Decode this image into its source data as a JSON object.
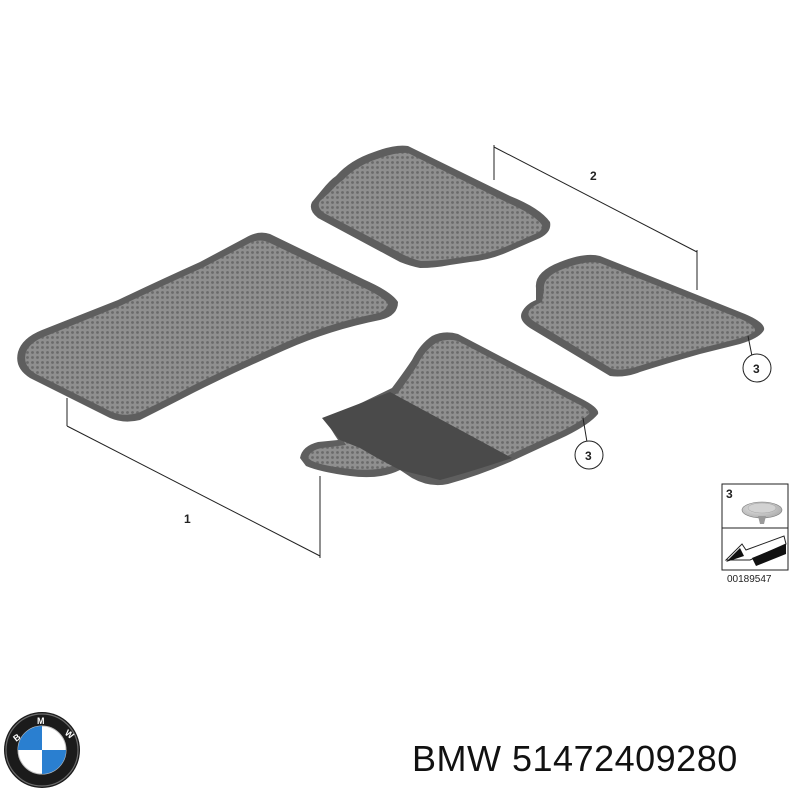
{
  "callouts": {
    "mat_front_left": "1",
    "mat_rear_set": "2",
    "clip_rear": "3",
    "clip_front": "3"
  },
  "inset": {
    "part_number": "3",
    "reference_code": "00189547"
  },
  "caption": {
    "brand": "BMW",
    "part_number": "51472409280"
  },
  "logo": {
    "letters": [
      "B",
      "M",
      "W"
    ]
  },
  "colors": {
    "mat_fill": "#8e8e8e",
    "mat_border": "#5a5a5a",
    "heel_pad": "#4a4a4a",
    "logo_blue": "#2a7fd0",
    "logo_ring": "#1b1b1b"
  }
}
